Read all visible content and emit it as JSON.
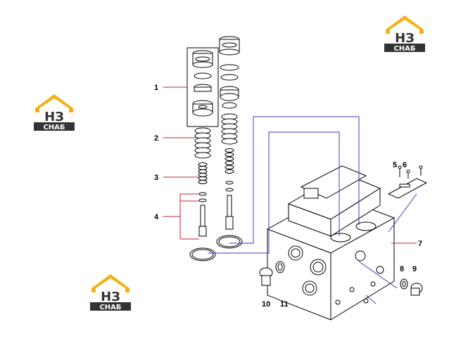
{
  "watermark": {
    "top_text": "НЗ",
    "bottom_text": "СНАБ",
    "colors": {
      "roof": "#f2b215",
      "dark": "#333333",
      "text_bottom": "#ffffff"
    }
  },
  "callouts": [
    "1",
    "2",
    "3",
    "4",
    "5",
    "6",
    "7",
    "8",
    "9",
    "10",
    "11"
  ],
  "colors": {
    "leader_red": "#c0242a",
    "leader_blue": "#3b3bb8",
    "outline": "#000000"
  }
}
